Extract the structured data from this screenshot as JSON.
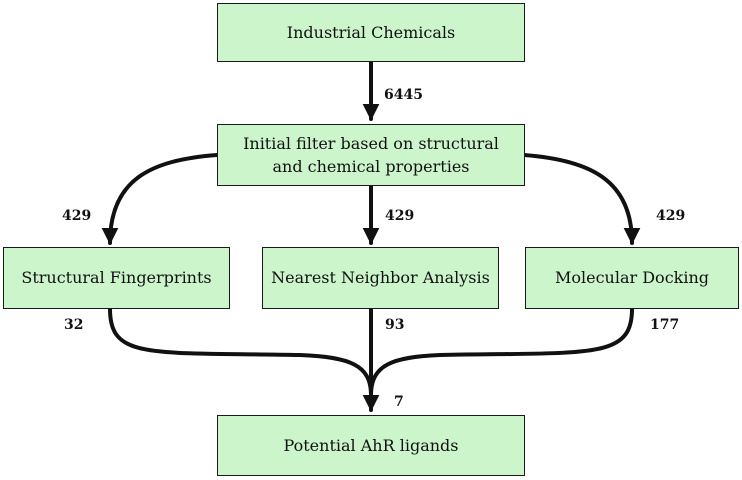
{
  "nodes": {
    "source": {
      "label": "Industrial Chemicals"
    },
    "filter": {
      "line1": "Initial filter based on structural",
      "line2": "and chemical properties"
    },
    "fingerprints": {
      "label": "Structural Fingerprints"
    },
    "neighbor": {
      "label": "Nearest Neighbor Analysis"
    },
    "docking": {
      "label": "Molecular Docking"
    },
    "result": {
      "label": "Potential AhR ligands"
    }
  },
  "counts": {
    "source_to_filter": "6445",
    "filter_to_fingerprints": "429",
    "filter_to_neighbor": "429",
    "filter_to_docking": "429",
    "fingerprints_out": "32",
    "neighbor_out": "93",
    "docking_out": "177",
    "merged_to_result": "7"
  },
  "colors": {
    "box_fill": "#ccf5cc",
    "border": "#1a1a1a",
    "arrow": "#111111"
  }
}
